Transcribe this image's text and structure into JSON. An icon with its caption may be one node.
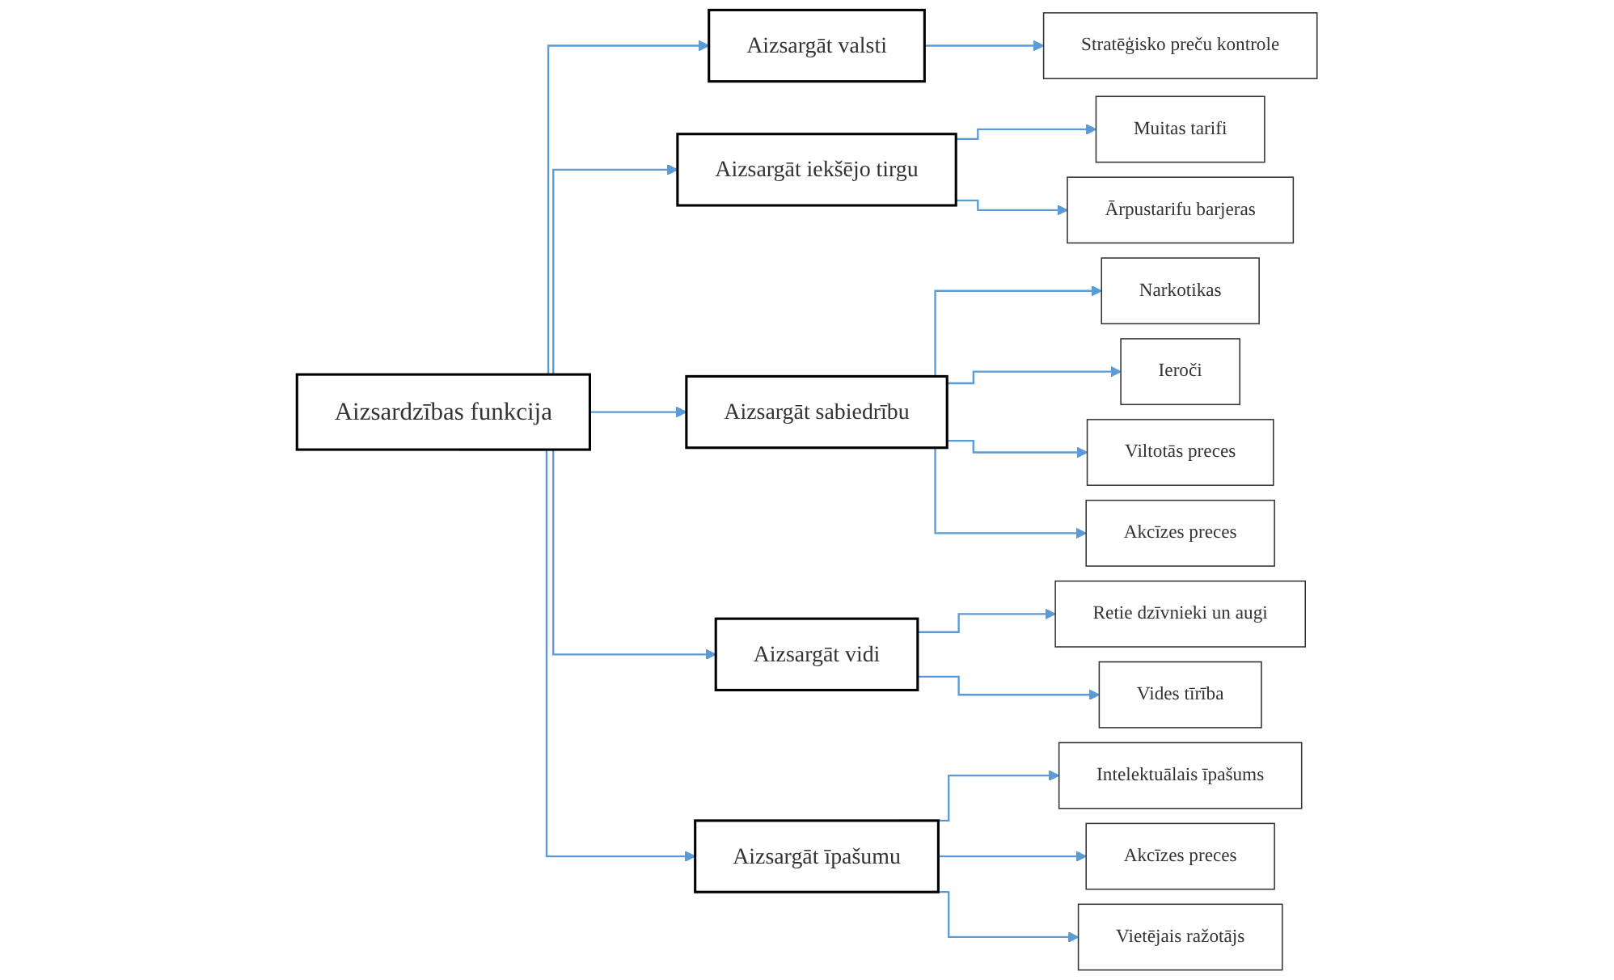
{
  "diagram": {
    "nodes": [
      {
        "text": [
          "Aizsardzības funkcija"
        ]
      },
      {
        "text": [
          "Aizsargāt valsti"
        ]
      },
      {
        "text": [
          "Aizsargāt iekšējo tirgu"
        ]
      },
      {
        "text": [
          "Aizsargāt sabiedrību"
        ]
      },
      {
        "text": [
          "Aizsargāt vidi"
        ]
      },
      {
        "text": [
          "Aizsargāt īpašumu"
        ]
      },
      {
        "text": [
          "Stratēģisko preču kontrole"
        ]
      },
      {
        "text": [
          "Muitas tarifi"
        ]
      },
      {
        "text": [
          "Ārpustarifu barjeras"
        ]
      },
      {
        "text": [
          "Narkotikas"
        ]
      },
      {
        "text": [
          "Ieroči"
        ]
      },
      {
        "text": [
          "Viltotās preces"
        ]
      },
      {
        "text": [
          "Akcīzes preces"
        ]
      },
      {
        "text": [
          "Retie dzīvnieki un augi"
        ]
      },
      {
        "text": [
          "Vides tīrība"
        ]
      },
      {
        "text": [
          "Intelektuālais īpašums"
        ]
      },
      {
        "text": [
          "Akcīzes preces"
        ]
      },
      {
        "text": [
          "Vietējais ražotājs"
        ]
      }
    ],
    "edges": [
      {
        "from": 0,
        "to": 1,
        "arrow": "to"
      },
      {
        "from": 0,
        "to": 2,
        "arrow": "to"
      },
      {
        "from": 0,
        "to": 3,
        "arrow": "to"
      },
      {
        "from": 0,
        "to": 4,
        "arrow": "to"
      },
      {
        "from": 0,
        "to": 5,
        "arrow": "to"
      },
      {
        "from": 1,
        "to": 6,
        "arrow": "to"
      },
      {
        "from": 2,
        "to": 7,
        "arrow": "to"
      },
      {
        "from": 2,
        "to": 8,
        "arrow": "to"
      },
      {
        "from": 3,
        "to": 9,
        "arrow": "to"
      },
      {
        "from": 3,
        "to": 10,
        "arrow": "to"
      },
      {
        "from": 3,
        "to": 11,
        "arrow": "to"
      },
      {
        "from": 3,
        "to": 12,
        "arrow": "to"
      },
      {
        "from": 4,
        "to": 13,
        "arrow": "to"
      },
      {
        "from": 4,
        "to": 14,
        "arrow": "to"
      },
      {
        "from": 5,
        "to": 15,
        "arrow": "to"
      },
      {
        "from": 5,
        "to": 16,
        "arrow": "to"
      },
      {
        "from": 5,
        "to": 17,
        "arrow": "to"
      }
    ]
  }
}
